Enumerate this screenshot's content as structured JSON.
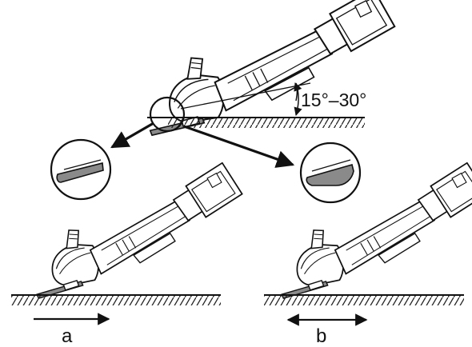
{
  "angle_label": "15°–30°",
  "label_a": "a",
  "label_b": "b",
  "colors": {
    "ink": "#111111",
    "disc_fill": "#8a8a8a",
    "hatch": "#222222"
  }
}
